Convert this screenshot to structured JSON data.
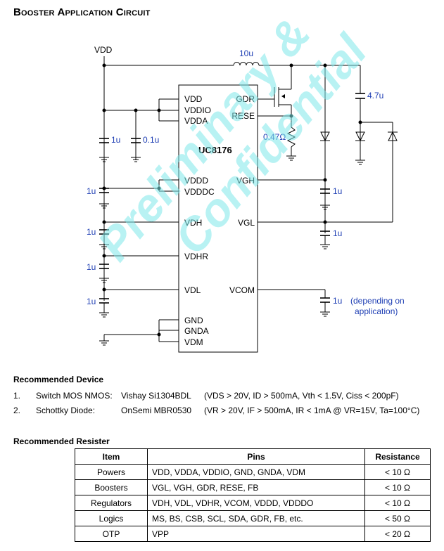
{
  "title": "Booster Application Circuit",
  "schematic": {
    "chip_name": "UC8176",
    "left_pins": [
      "VDD",
      "VDDIO",
      "VDDA",
      "VDDD",
      "VDDDC",
      "VDH",
      "VDHR",
      "VDL",
      "GND",
      "GNDA",
      "VDM"
    ],
    "right_pins": [
      "GDR",
      "RESE",
      "VGH",
      "VGL",
      "VCOM"
    ],
    "supply_label": "VDD",
    "inductor_label": "10u",
    "resistor_label": "0.47Ω",
    "cap_labels": {
      "vdd_1": "1u",
      "vdd_2": "0.1u",
      "vdddc": "1u",
      "vdh": "1u",
      "vdhr": "1u",
      "vdl": "1u",
      "out_cap": "4.7u",
      "vgh": "1u",
      "vgl": "1u",
      "vcom": "1u"
    },
    "vcom_note_1": "(depending on",
    "vcom_note_2": "application)",
    "colors": {
      "accent_text": "#1f3fb4",
      "line": "#000000",
      "watermark": "#7fe8ea"
    }
  },
  "watermark": {
    "line1": "Preliminary &",
    "line2": "Confidential"
  },
  "recommended_device": {
    "heading": "Recommended Device",
    "items": [
      {
        "num": "1.",
        "name": "Switch MOS NMOS:",
        "part": "Vishay Si1304BDL",
        "spec": "(VDS > 20V, ID > 500mA, Vth < 1.5V, Ciss < 200pF)"
      },
      {
        "num": "2.",
        "name": "Schottky Diode:",
        "part": "OnSemi MBR0530",
        "spec": "(VR > 20V, IF > 500mA, IR < 1mA @ VR=15V, Ta=100°C)"
      }
    ]
  },
  "recommended_resister": {
    "heading": "Recommended Resister",
    "columns": [
      "Item",
      "Pins",
      "Resistance"
    ],
    "rows": [
      [
        "Powers",
        "VDD, VDDA, VDDIO, GND, GNDA, VDM",
        "< 10 Ω"
      ],
      [
        "Boosters",
        "VGL, VGH, GDR, RESE, FB",
        "< 10 Ω"
      ],
      [
        "Regulators",
        "VDH, VDL, VDHR, VCOM, VDDD, VDDDO",
        "< 10 Ω"
      ],
      [
        "Logics",
        "MS, BS, CSB, SCL, SDA, GDR, FB, etc.",
        "< 50 Ω"
      ],
      [
        "OTP",
        "VPP",
        "< 20 Ω"
      ]
    ]
  }
}
